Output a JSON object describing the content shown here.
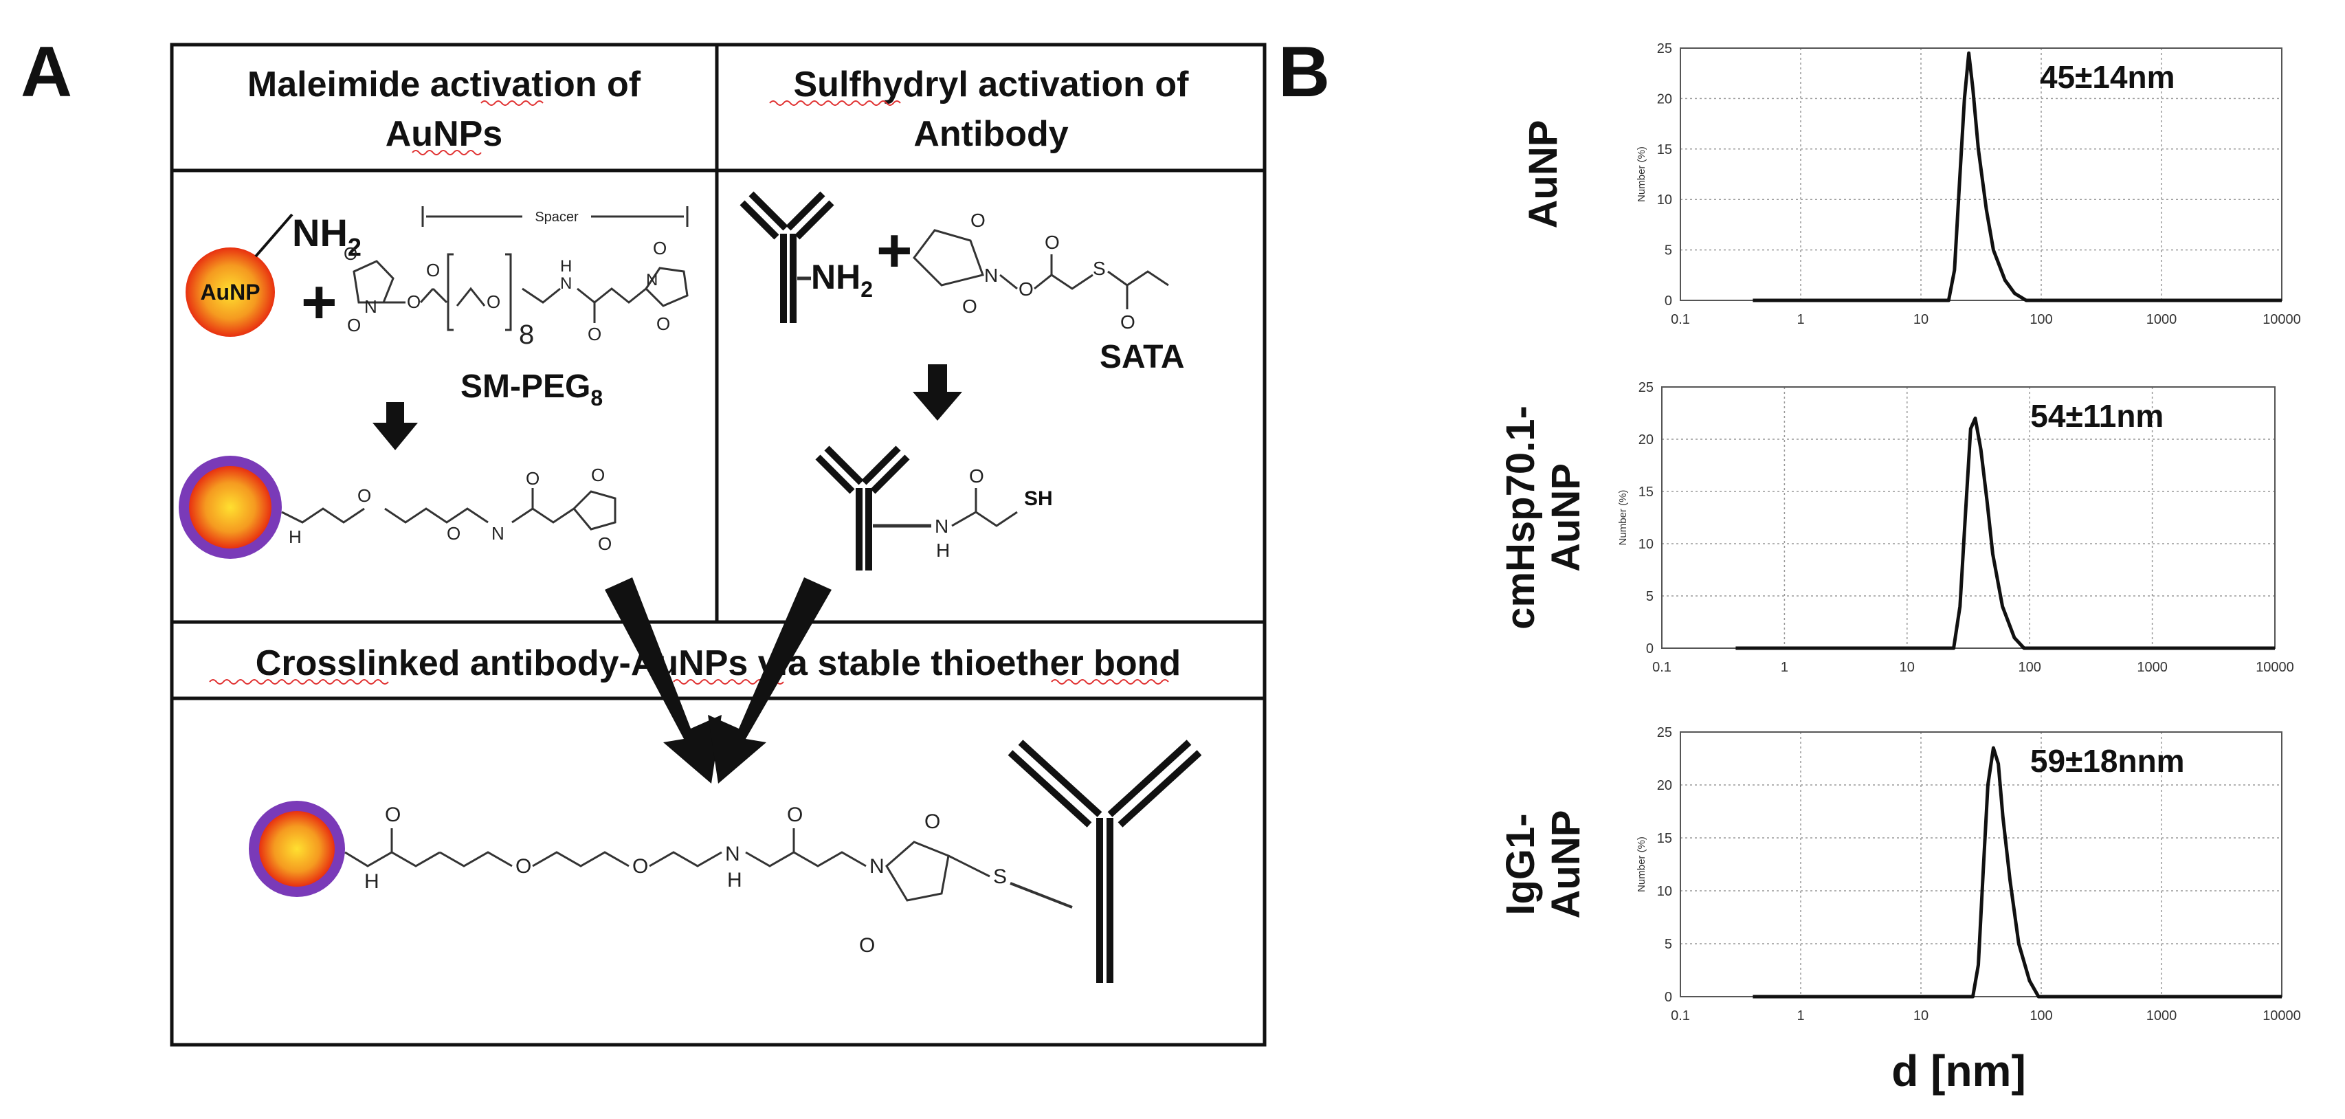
{
  "panel_a": {
    "letter": "A",
    "header_left": {
      "line1": "Maleimide activation of",
      "line2": "AuNPs"
    },
    "header_right": {
      "line1": "Sulfhydryl activation of",
      "line2": "Antibody"
    },
    "nh2_label": "NH",
    "nh2_sub": "2",
    "aunp_label": "AuNP",
    "plus": "+",
    "spacer_label": "Spacer",
    "peg_repeat": "8",
    "sm_peg_label": "SM-PEG",
    "sm_peg_sub": "8",
    "sata_label": "SATA",
    "o_atom": "O",
    "n_atom": "N",
    "h_atom": "H",
    "s_atom": "S",
    "sh_label": "SH",
    "bottom_header": "Crosslinked antibody-AuNPs via stable thioether bond",
    "colors": {
      "particle_core": "#f0a020",
      "particle_edge": "#e83010",
      "shell": "#7a3ab8",
      "underline": "#e03030"
    }
  },
  "panel_b": {
    "letter": "B",
    "xlabel": "d [nm]",
    "ylabel": "Number (%)"
  },
  "chart_data": [
    {
      "type": "line",
      "row_label": [
        "AuNP"
      ],
      "annotation": "45±14nm",
      "xscale": "log",
      "xlim": [
        0.1,
        10000
      ],
      "ylim": [
        0,
        25
      ],
      "xticks": [
        "0.1",
        "1",
        "10",
        "100",
        "1000",
        "10000"
      ],
      "yticks": [
        "0",
        "5",
        "10",
        "15",
        "20",
        "25"
      ],
      "grid": true,
      "x": [
        0.4,
        17,
        19,
        21,
        23,
        25,
        27,
        30,
        35,
        40,
        50,
        60,
        75,
        10000
      ],
      "y": [
        0,
        0,
        3,
        12,
        20,
        24.5,
        21,
        15,
        9,
        5,
        2,
        0.7,
        0,
        0
      ]
    },
    {
      "type": "line",
      "row_label": [
        "cmHsp70.1-",
        "AuNP"
      ],
      "annotation": "54±11nm",
      "xscale": "log",
      "xlim": [
        0.1,
        10000
      ],
      "ylim": [
        0,
        25
      ],
      "xticks": [
        "0.1",
        "1",
        "10",
        "100",
        "1000",
        "10000"
      ],
      "yticks": [
        "0",
        "5",
        "10",
        "15",
        "20",
        "25"
      ],
      "grid": true,
      "x": [
        0.4,
        24,
        27,
        30,
        33,
        36,
        40,
        45,
        50,
        60,
        75,
        90,
        10000
      ],
      "y": [
        0,
        0,
        4,
        13,
        21,
        22,
        19,
        14,
        9,
        4,
        1,
        0,
        0
      ]
    },
    {
      "type": "line",
      "row_label": [
        "IgG1-",
        "AuNP"
      ],
      "annotation": "59±18nnm",
      "xscale": "log",
      "xlim": [
        0.1,
        10000
      ],
      "ylim": [
        0,
        25
      ],
      "xticks": [
        "0.1",
        "1",
        "10",
        "100",
        "1000",
        "10000"
      ],
      "yticks": [
        "0",
        "5",
        "10",
        "15",
        "20",
        "25"
      ],
      "grid": true,
      "x": [
        0.4,
        27,
        30,
        33,
        36,
        40,
        44,
        48,
        55,
        65,
        80,
        95,
        10000
      ],
      "y": [
        0,
        0,
        3,
        12,
        20,
        23.5,
        22,
        17,
        11,
        5,
        1.5,
        0,
        0
      ]
    }
  ]
}
